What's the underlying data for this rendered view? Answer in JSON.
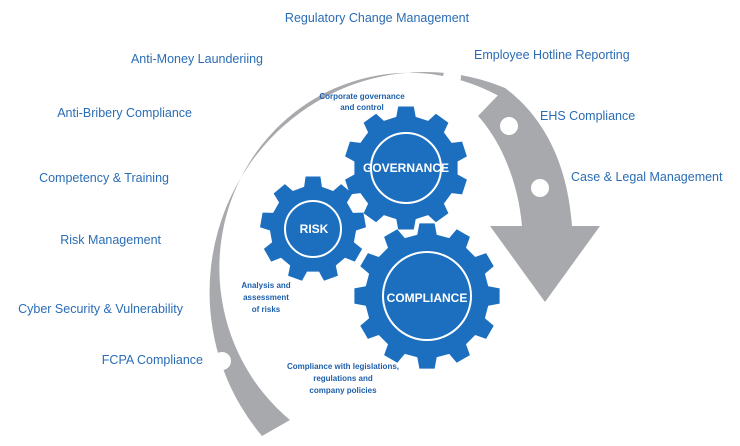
{
  "colors": {
    "arrow_gray": "#a7a9ac",
    "dot_white": "#ffffff",
    "gear_blue": "#1c6fbf",
    "label_blue": "#2a6db5"
  },
  "cycle_items": [
    "Regulatory Change Management",
    "Employee Hotline Reporting",
    "EHS Compliance",
    "Case & Legal Management",
    "Anti-Money Launderiing",
    "Anti-Bribery Compliance",
    "Competency & Training",
    "Risk Management",
    "Cyber Security & Vulnerability",
    "FCPA Compliance"
  ],
  "gears": {
    "governance": {
      "title": "GOVERNANCE",
      "caption_lines": [
        "Corporate governance",
        "and control"
      ]
    },
    "risk": {
      "title": "RISK",
      "caption_lines": [
        "Analysis and",
        "assessment",
        "of risks"
      ]
    },
    "compliance": {
      "title": "COMPLIANCE",
      "caption_lines": [
        "Compliance with legislations,",
        "regulations and",
        "company policies"
      ]
    }
  }
}
